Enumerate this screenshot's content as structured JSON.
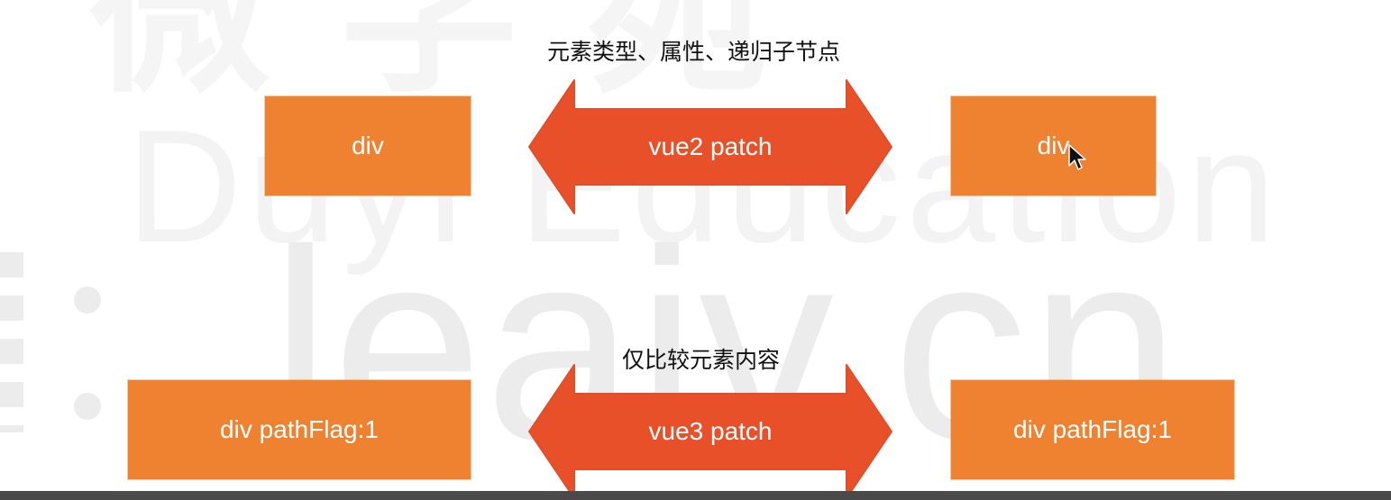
{
  "watermark": {
    "line1": "微 学 苑",
    "line2": "Duyi Education",
    "line3": "leaiv.cn"
  },
  "colors": {
    "box": "#ee8231",
    "arrow": "#e8502a",
    "text": "#ffffff",
    "caption": "#111111"
  },
  "diagram": {
    "top": {
      "caption": "元素类型、属性、递归子节点",
      "left_node": "div",
      "arrow_label": "vue2 patch",
      "right_node": "div"
    },
    "bottom": {
      "caption": "仅比较元素内容",
      "left_node": "div pathFlag:1",
      "arrow_label": "vue3 patch",
      "right_node": "div pathFlag:1"
    }
  },
  "cursor": {
    "icon": "mouse-pointer-icon"
  }
}
